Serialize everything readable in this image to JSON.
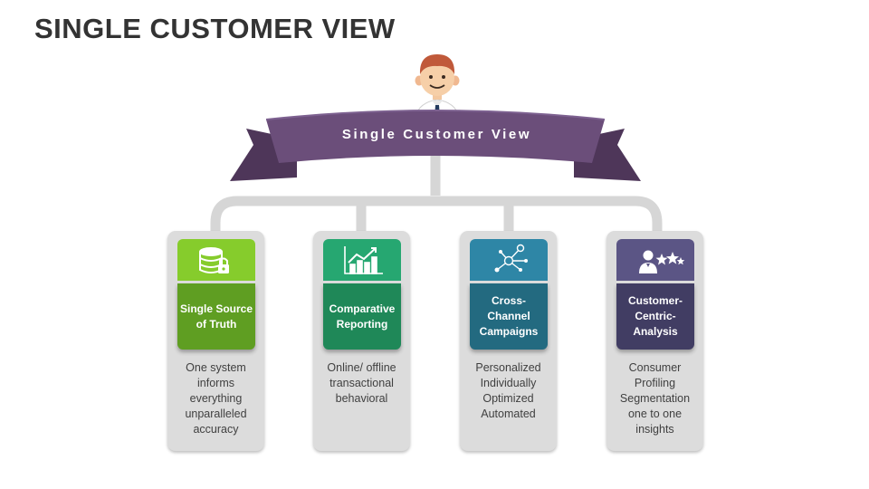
{
  "title": "SINGLE CUSTOMER VIEW",
  "banner": {
    "label": "Single Customer View",
    "color": "#6b4e7a"
  },
  "cards": [
    {
      "title": "Single Source\nof Truth",
      "description": "One system\ninforms\neverything\nunparalleled\naccuracy",
      "icon": "database-lock-icon",
      "top_color": "#86cc2c",
      "bottom_color": "#5f9e22"
    },
    {
      "title": "Comparative\nReporting",
      "description": "Online/ offline\ntransactional\nbehavioral",
      "icon": "bar-chart-trend-icon",
      "top_color": "#26a771",
      "bottom_color": "#1f8858"
    },
    {
      "title": "Cross-\nChannel\nCampaigns",
      "description": "Personalized\nIndividually\nOptimized\nAutomated",
      "icon": "network-nodes-icon",
      "top_color": "#2e86a6",
      "bottom_color": "#236a80"
    },
    {
      "title": "Customer-\nCentric-\nAnalysis",
      "description": "Consumer\nProfiling\nSegmentation\none to one\ninsights",
      "icon": "user-rating-stars-icon",
      "top_color": "#5b5585",
      "bottom_color": "#413d63"
    }
  ]
}
